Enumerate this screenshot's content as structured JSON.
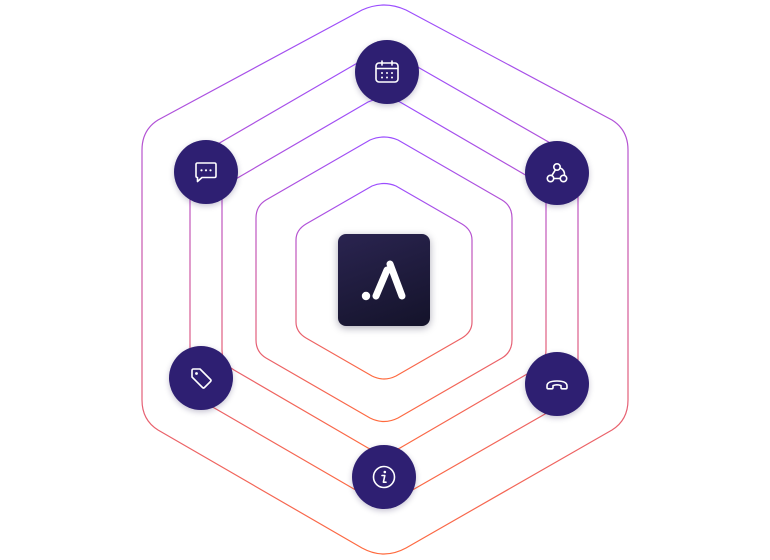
{
  "colors": {
    "node_fill": "#2e1f72",
    "ring_top": "#9b4dff",
    "ring_bottom": "#ff6a3d",
    "logo_tile": "#1c1838",
    "icon_stroke": "#ffffff"
  },
  "center": {
    "logo": "brand-logo-icon"
  },
  "nodes": [
    {
      "id": "calendar",
      "icon": "calendar-icon"
    },
    {
      "id": "webhook",
      "icon": "webhook-icon"
    },
    {
      "id": "phone",
      "icon": "phone-icon"
    },
    {
      "id": "info",
      "icon": "info-icon"
    },
    {
      "id": "tag",
      "icon": "tag-icon"
    },
    {
      "id": "chat",
      "icon": "chat-icon"
    }
  ]
}
